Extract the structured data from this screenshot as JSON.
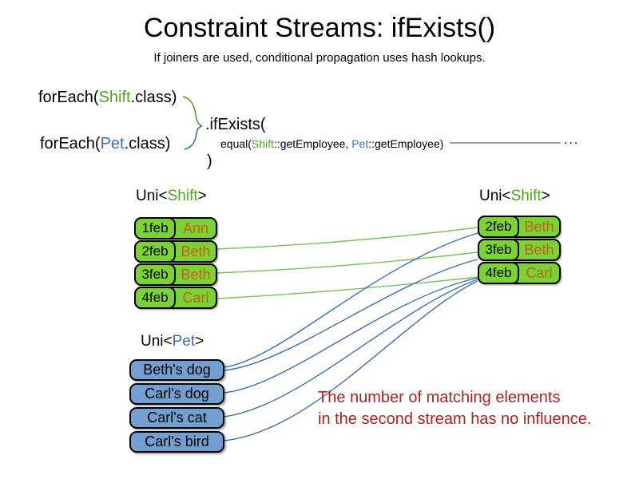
{
  "slide": {
    "title": "Constraint Streams: ifExists()",
    "subtitle": "If joiners are used, conditional propagation uses hash lookups."
  },
  "code": {
    "foreach_shift": {
      "prefix": "forEach(",
      "type": "Shift",
      "suffix": ".class)"
    },
    "foreach_pet": {
      "prefix": "forEach(",
      "type": "Pet",
      "suffix": ".class)"
    },
    "if_exists": ".ifExists(",
    "equal": {
      "prefix": "equal(",
      "arg1_type": "Shift",
      "arg1_rest": "::getEmployee, ",
      "arg2_type": "Pet",
      "arg2_rest": "::getEmployee)"
    },
    "ellipsis": "...",
    "close_paren": ")"
  },
  "left_shift_table": {
    "label_prefix": "Uni<",
    "label_type": "Shift",
    "label_suffix": ">",
    "rows": [
      {
        "date": "1feb",
        "name": "Ann"
      },
      {
        "date": "2feb",
        "name": "Beth"
      },
      {
        "date": "3feb",
        "name": "Beth"
      },
      {
        "date": "4feb",
        "name": "Carl"
      }
    ]
  },
  "right_shift_table": {
    "label_prefix": "Uni<",
    "label_type": "Shift",
    "label_suffix": ">",
    "rows": [
      {
        "date": "2feb",
        "name": "Beth"
      },
      {
        "date": "3feb",
        "name": "Beth"
      },
      {
        "date": "4feb",
        "name": "Carl"
      }
    ]
  },
  "pet_table": {
    "label_prefix": "Uni<",
    "label_type": "Pet",
    "label_suffix": ">",
    "rows": [
      {
        "name": "Beth's dog"
      },
      {
        "name": "Carl's dog"
      },
      {
        "name": "Carl's cat"
      },
      {
        "name": "Carl's bird"
      }
    ]
  },
  "note": {
    "line1": "The number of matching elements",
    "line2": "in the second stream has no influence."
  },
  "colors": {
    "shift_green_fill": "#7bd235",
    "shift_text_green": "#4fa51f",
    "pet_blue_fill": "#729fcf",
    "pet_text_blue": "#3c6eb4",
    "employee_orange": "#c75f1b",
    "note_red": "#b02222",
    "joiner_purple": "#8e79ab",
    "match_line_green": "#7cbf5e",
    "match_line_blue": "#3d6fa8"
  }
}
